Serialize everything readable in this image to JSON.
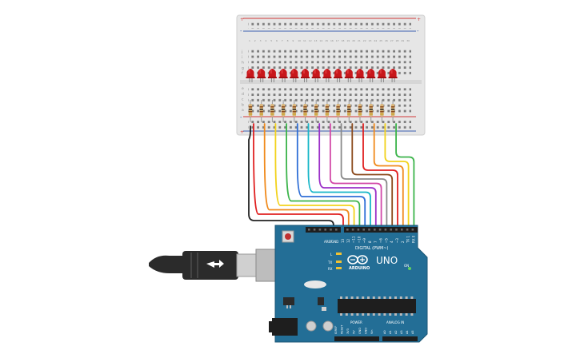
{
  "breadboard": {
    "column_count": 30,
    "rows_top": [
      "j",
      "i",
      "h",
      "g",
      "f"
    ],
    "rows_bottom": [
      "e",
      "d",
      "c",
      "b",
      "a"
    ],
    "rail_plus": "+",
    "rail_minus": "-",
    "colors": {
      "board": "#e4e4e4",
      "hole": "#7a7a7a",
      "rail_red": "#d23a3a",
      "rail_blue": "#3b5fb0",
      "label": "#8c8c8c"
    }
  },
  "leds": {
    "count": 14,
    "color": "#c8171b",
    "highlight": "#e8484a"
  },
  "resistors": {
    "count": 14,
    "body": "#d9b57a"
  },
  "wires": [
    {
      "color": "#222222",
      "pin": "GND"
    },
    {
      "color": "#e02020",
      "pin": "13"
    },
    {
      "color": "#f08a1c",
      "pin": "12"
    },
    {
      "color": "#f2d21c",
      "pin": "~11"
    },
    {
      "color": "#3cb44b",
      "pin": "~10"
    },
    {
      "color": "#2f6fd6",
      "pin": "~9"
    },
    {
      "color": "#18b6c8",
      "pin": "8"
    },
    {
      "color": "#9b30c8",
      "pin": "7"
    },
    {
      "color": "#d24aa8",
      "pin": "~6"
    },
    {
      "color": "#8a8a8a",
      "pin": "~5"
    },
    {
      "color": "#8b4a1c",
      "pin": "4"
    },
    {
      "color": "#e02020",
      "pin": "~3"
    },
    {
      "color": "#f08a1c",
      "pin": "2"
    },
    {
      "color": "#f2d21c",
      "pin": "TX 1"
    },
    {
      "color": "#3cb44b",
      "pin": "RX 0"
    }
  ],
  "arduino": {
    "board_color": "#236e96",
    "model": "UNO",
    "brand": "ARDUINO",
    "digital_label": "DIGITAL (PWM~)",
    "aref": "AREF",
    "gnd": "GND",
    "pins_digital": [
      "13",
      "12",
      "~11",
      "~10",
      "~9",
      "8",
      "7",
      "~6",
      "~5",
      "4",
      "~3",
      "2",
      "TX 1",
      "RX 0"
    ],
    "power_label": "POWER",
    "analog_label": "ANALOG IN",
    "power_pins": [
      "IOREF",
      "RESET",
      "3V3",
      "5V",
      "GND",
      "GND",
      "Vin"
    ],
    "analog_pins": [
      "A0",
      "A1",
      "A2",
      "A3",
      "A4",
      "A5"
    ],
    "led_labels": [
      "L",
      "TX",
      "RX"
    ],
    "on_label": "ON"
  },
  "usb_cable": {
    "color": "#2b2b2b",
    "plug": "#c8c8c8"
  }
}
